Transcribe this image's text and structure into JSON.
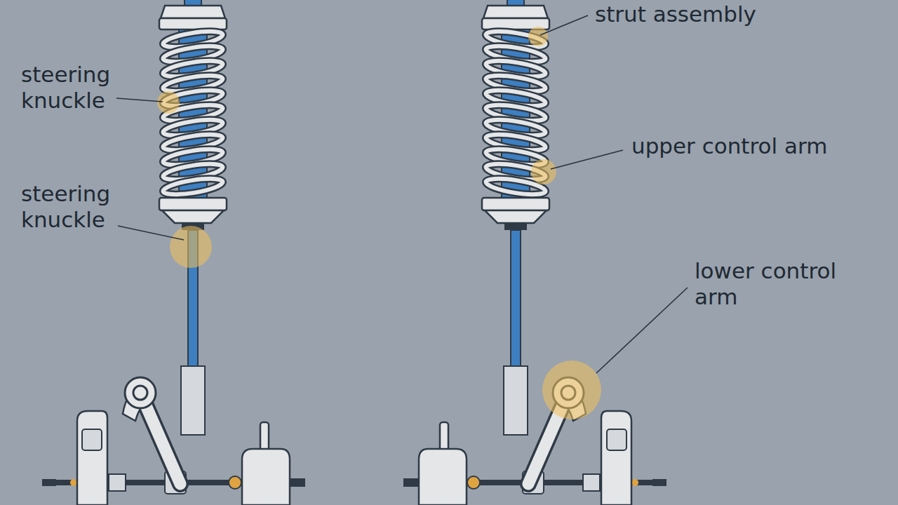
{
  "diagram": {
    "labels": [
      "strut assembly",
      "steering knuckle",
      "upper control arm",
      "steering knuckle",
      "lower control arm"
    ]
  }
}
